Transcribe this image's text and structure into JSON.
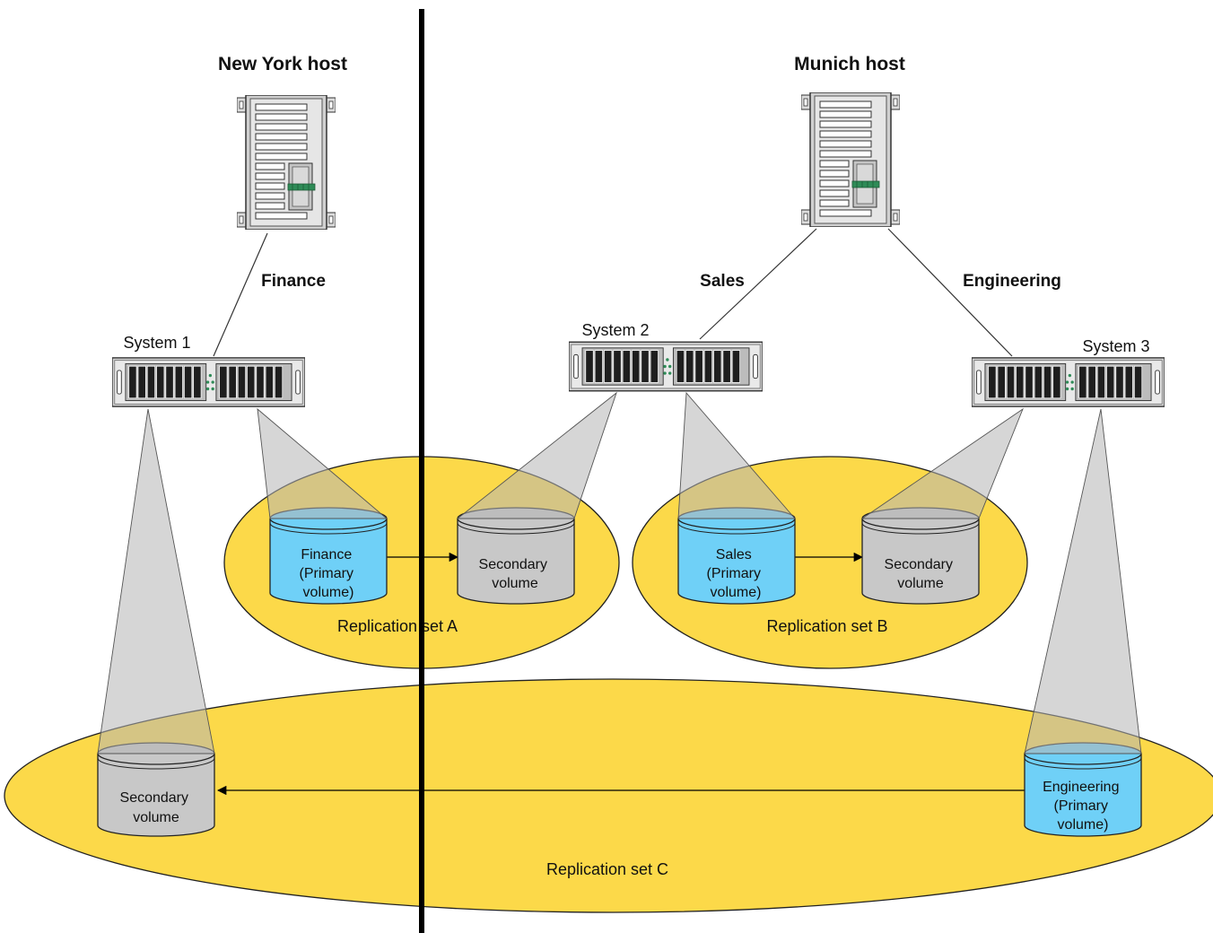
{
  "colors": {
    "replication_set": "#fcd63a",
    "replication_set_stroke": "#222222",
    "primary_volume": "#6fd0f7",
    "secondary_volume": "#c8c8c8",
    "divider": "#000000",
    "cone": "#b4b4b4"
  },
  "hosts": {
    "new_york": "New York host",
    "munich": "Munich host"
  },
  "links": {
    "finance": "Finance",
    "sales": "Sales",
    "engineering": "Engineering"
  },
  "systems": {
    "system1": "System 1",
    "system2": "System 2",
    "system3": "System 3"
  },
  "volumes": {
    "finance_primary": [
      "Finance",
      "(Primary",
      "volume)"
    ],
    "secondary_a": [
      "Secondary",
      "volume"
    ],
    "sales_primary": [
      "Sales",
      "(Primary",
      "volume)"
    ],
    "secondary_b": [
      "Secondary",
      "volume"
    ],
    "secondary_c": [
      "Secondary",
      "volume"
    ],
    "engineering_primary": [
      "Engineering",
      "(Primary",
      "volume)"
    ]
  },
  "replication_sets": {
    "a": "Replication set A",
    "b": "Replication set B",
    "c": "Replication set C"
  },
  "icons": {
    "host": "tower-server-icon",
    "system": "rack-storage-array-icon",
    "volume": "disk-volume-icon"
  }
}
